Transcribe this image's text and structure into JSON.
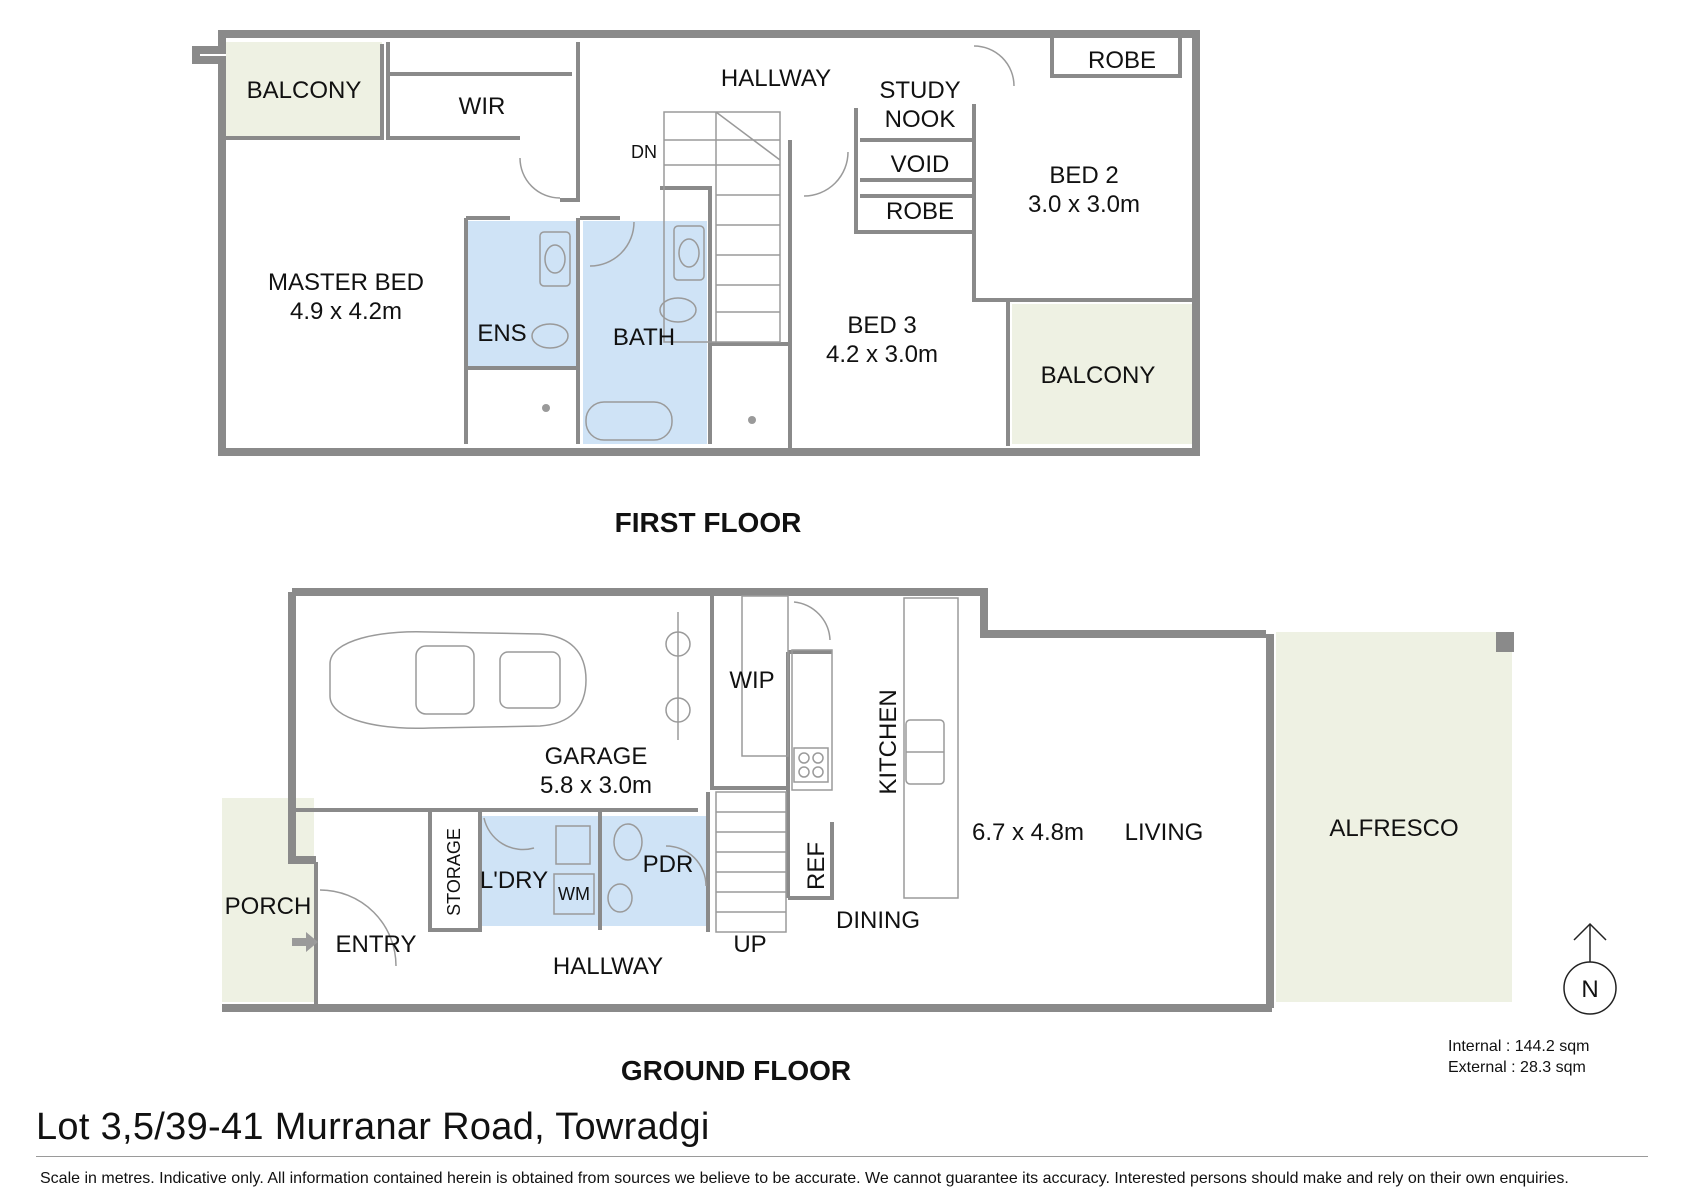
{
  "first_floor": {
    "title": "FIRST FLOOR",
    "rooms": {
      "balcony_nw": "BALCONY",
      "wir": "WIR",
      "hallway": "HALLWAY",
      "study_nook_line1": "STUDY",
      "study_nook_line2": "NOOK",
      "robe_ne": "ROBE",
      "dn": "DN",
      "void": "VOID",
      "robe_mid": "ROBE",
      "bed2": "BED 2",
      "bed2_size": "3.0 x 3.0m",
      "master_bed": "MASTER BED",
      "master_bed_size": "4.9 x 4.2m",
      "ens": "ENS",
      "bath": "BATH",
      "bed3": "BED 3",
      "bed3_size": "4.2 x 3.0m",
      "balcony_se": "BALCONY"
    }
  },
  "ground_floor": {
    "title": "GROUND FLOOR",
    "rooms": {
      "wip": "WIP",
      "garage": "GARAGE",
      "garage_size": "5.8 x 3.0m",
      "kitchen": "KITCHEN",
      "storage": "STORAGE",
      "laundry": "L'DRY",
      "wm": "WM",
      "pdr": "PDR",
      "ref": "REF",
      "porch": "PORCH",
      "entry": "ENTRY",
      "hallway": "HALLWAY",
      "up": "UP",
      "dining": "DINING",
      "living_size": "6.7 x 4.8m",
      "living": "LIVING",
      "alfresco": "ALFRESCO"
    }
  },
  "north_label": "N",
  "areas": {
    "internal_label": "Internal",
    "internal_value": ": 144.2 sqm",
    "external_label": "External",
    "external_value": ": 28.3 sqm"
  },
  "address": "Lot 3,5/39-41 Murranar Road, Towradgi",
  "disclaimer": "Scale in metres. Indicative only. All information contained herein is obtained from sources we believe to be accurate. We cannot guarantee its accuracy. Interested persons should make and rely on their own enquiries.",
  "colors": {
    "wall": "#8a8a8a",
    "wet_area": "#cfe3f6",
    "outdoor_area": "#eef1e3",
    "text": "#111111"
  }
}
